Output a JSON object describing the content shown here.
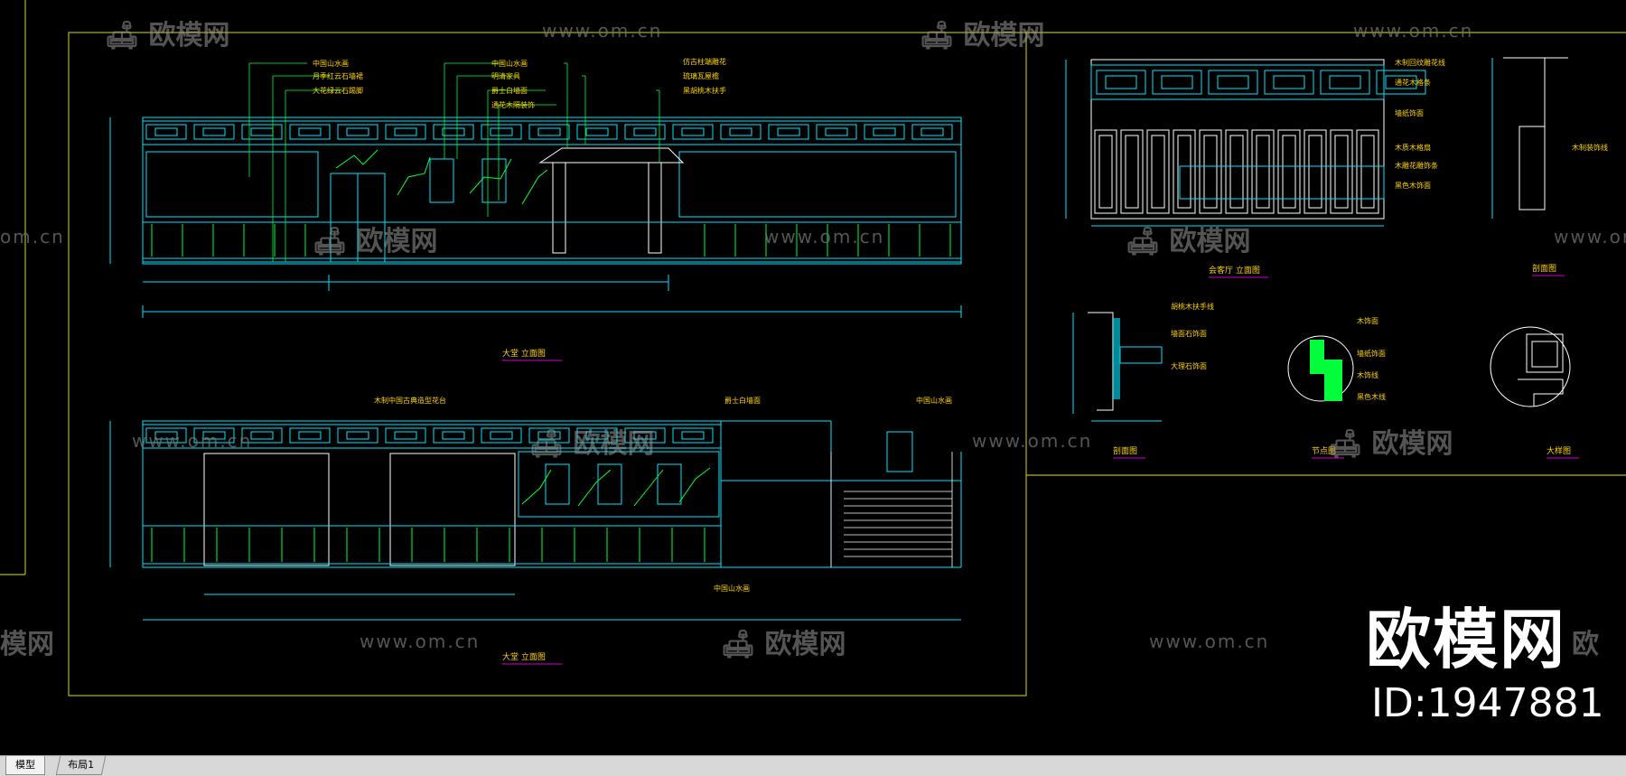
{
  "tabs": {
    "model": "模型",
    "layout1": "布局1"
  },
  "brand": {
    "name": "欧模网",
    "id": "ID:1947881"
  },
  "watermark": {
    "logo_text": "欧模网",
    "url": "www.om.cn",
    "url_partial": "om.cn",
    "logo_partial": "模网",
    "logo_partial2": "欧"
  },
  "drawing_titles": {
    "elev1": "大堂 立面图",
    "elev2": "大堂 立面图",
    "elev3": "会客厅 立面图",
    "sec1": "剖面图",
    "sec2": "节点图",
    "sec3": "大样图",
    "sec4": "剖面图"
  },
  "elev1_labels": [
    "中国山水画",
    "月季红云石墙裙",
    "大花绿云石踢脚",
    "中国山水画",
    "明清家具",
    "爵士白墙面",
    "通花木隔装饰",
    "仿古柱端雕花",
    "琉璃瓦屋檐",
    "黑胡桃木扶手"
  ],
  "elev2_labels": [
    "木制中国古典造型花台",
    "爵士白墙面",
    "中国山水画",
    "中国山水画"
  ],
  "elev3_labels": [
    "木制回纹雕花线",
    "通花木格条",
    "墙纸饰面",
    "木质木格扇",
    "木雕花雕饰条",
    "黑色木饰面"
  ],
  "section_labels": [
    "胡桃木扶手线",
    "墙面石饰面",
    "大理石饰面",
    "木饰面",
    "墙纸饰面",
    "木饰线",
    "黑色木线",
    "木制装饰线"
  ],
  "colors": {
    "cad_bg": "#000000",
    "cyan": "#00e5ff",
    "green": "#00ff3a",
    "white": "#ffffff",
    "yellow": "#ffd400",
    "frame": "#b8b800",
    "magenta": "#d000d0"
  }
}
